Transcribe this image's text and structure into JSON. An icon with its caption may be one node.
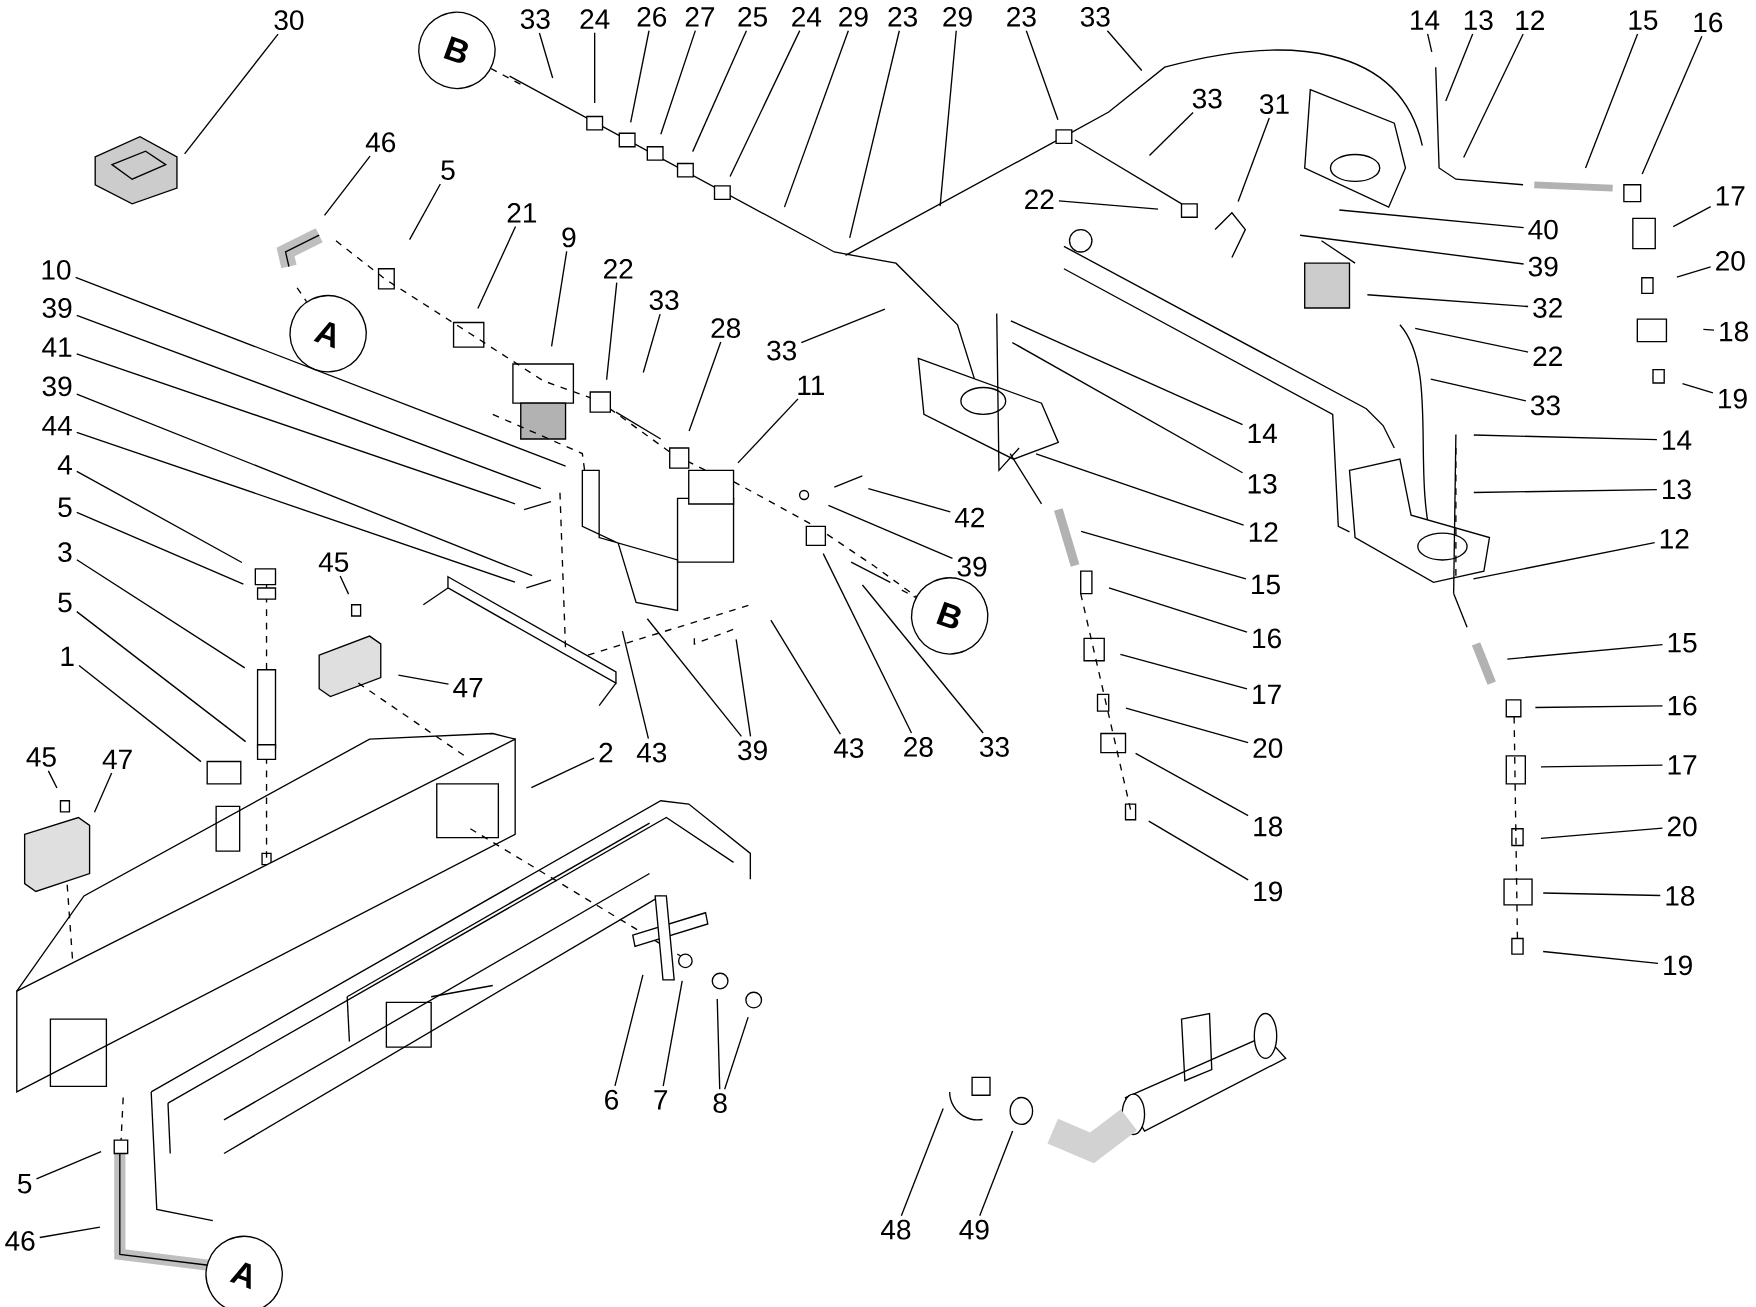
{
  "diagram": {
    "nodes": [
      {
        "text": [
          "30"
        ]
      },
      {
        "text": [
          "33"
        ]
      },
      {
        "text": [
          "24"
        ]
      },
      {
        "text": [
          "26"
        ]
      },
      {
        "text": [
          "27"
        ]
      },
      {
        "text": [
          "25"
        ]
      },
      {
        "text": [
          "24"
        ]
      },
      {
        "text": [
          "29"
        ]
      },
      {
        "text": [
          "23"
        ]
      },
      {
        "text": [
          "29"
        ]
      },
      {
        "text": [
          "23"
        ]
      },
      {
        "text": [
          "33"
        ]
      },
      {
        "text": [
          "14"
        ]
      },
      {
        "text": [
          "13"
        ]
      },
      {
        "text": [
          "12"
        ]
      },
      {
        "text": [
          "15"
        ]
      },
      {
        "text": [
          "16"
        ]
      },
      {
        "text": [
          "17"
        ]
      },
      {
        "text": [
          "20"
        ]
      },
      {
        "text": [
          "18"
        ]
      },
      {
        "text": [
          "19"
        ]
      },
      {
        "text": [
          "33"
        ]
      },
      {
        "text": [
          "31"
        ]
      },
      {
        "text": [
          "22"
        ]
      },
      {
        "text": [
          "40"
        ]
      },
      {
        "text": [
          "39"
        ]
      },
      {
        "text": [
          "32"
        ]
      },
      {
        "text": [
          "22"
        ]
      },
      {
        "text": [
          "33"
        ]
      },
      {
        "text": [
          "46"
        ]
      },
      {
        "text": [
          "5"
        ]
      },
      {
        "text": [
          "21"
        ]
      },
      {
        "text": [
          "9"
        ]
      },
      {
        "text": [
          "22"
        ]
      },
      {
        "text": [
          "33"
        ]
      },
      {
        "text": [
          "28"
        ]
      },
      {
        "text": [
          "11"
        ]
      },
      {
        "text": [
          "33"
        ]
      },
      {
        "text": [
          "14"
        ]
      },
      {
        "text": [
          "13"
        ]
      },
      {
        "text": [
          "12"
        ]
      },
      {
        "text": [
          "15"
        ]
      },
      {
        "text": [
          "16"
        ]
      },
      {
        "text": [
          "17"
        ]
      },
      {
        "text": [
          "20"
        ]
      },
      {
        "text": [
          "18"
        ]
      },
      {
        "text": [
          "19"
        ]
      },
      {
        "text": [
          "14"
        ]
      },
      {
        "text": [
          "13"
        ]
      },
      {
        "text": [
          "12"
        ]
      },
      {
        "text": [
          "15"
        ]
      },
      {
        "text": [
          "16"
        ]
      },
      {
        "text": [
          "17"
        ]
      },
      {
        "text": [
          "20"
        ]
      },
      {
        "text": [
          "18"
        ]
      },
      {
        "text": [
          "19"
        ]
      },
      {
        "text": [
          "42"
        ]
      },
      {
        "text": [
          "39"
        ]
      },
      {
        "text": [
          "33"
        ]
      },
      {
        "text": [
          "28"
        ]
      },
      {
        "text": [
          "43"
        ]
      },
      {
        "text": [
          "39"
        ]
      },
      {
        "text": [
          "43"
        ]
      },
      {
        "text": [
          "10"
        ]
      },
      {
        "text": [
          "39"
        ]
      },
      {
        "text": [
          "41"
        ]
      },
      {
        "text": [
          "39"
        ]
      },
      {
        "text": [
          "44"
        ]
      },
      {
        "text": [
          "4"
        ]
      },
      {
        "text": [
          "5"
        ]
      },
      {
        "text": [
          "3"
        ]
      },
      {
        "text": [
          "5"
        ]
      },
      {
        "text": [
          "1"
        ]
      },
      {
        "text": [
          "45"
        ]
      },
      {
        "text": [
          "47"
        ]
      },
      {
        "text": [
          "45"
        ]
      },
      {
        "text": [
          "47"
        ]
      },
      {
        "text": [
          "2"
        ]
      },
      {
        "text": [
          "6"
        ]
      },
      {
        "text": [
          "7"
        ]
      },
      {
        "text": [
          "8"
        ]
      },
      {
        "text": [
          "48"
        ]
      },
      {
        "text": [
          "49"
        ]
      },
      {
        "text": [
          "5"
        ]
      },
      {
        "text": [
          "46"
        ]
      },
      {
        "text": [
          "A"
        ]
      },
      {
        "text": [
          "A"
        ]
      },
      {
        "text": [
          "B"
        ]
      },
      {
        "text": [
          "B"
        ]
      }
    ],
    "edges": [
      {
        "from": 0,
        "to": null,
        "arrow": "none"
      },
      {
        "from": 1,
        "to": null,
        "arrow": "none"
      },
      {
        "from": 2,
        "to": null,
        "arrow": "none"
      },
      {
        "from": 3,
        "to": null,
        "arrow": "none"
      },
      {
        "from": 4,
        "to": null,
        "arrow": "none"
      },
      {
        "from": 5,
        "to": null,
        "arrow": "none"
      },
      {
        "from": 6,
        "to": null,
        "arrow": "none"
      },
      {
        "from": 7,
        "to": null,
        "arrow": "none"
      },
      {
        "from": 8,
        "to": null,
        "arrow": "none"
      },
      {
        "from": 9,
        "to": null,
        "arrow": "none"
      },
      {
        "from": 10,
        "to": null,
        "arrow": "none"
      },
      {
        "from": 11,
        "to": null,
        "arrow": "none"
      },
      {
        "from": 12,
        "to": null,
        "arrow": "none"
      },
      {
        "from": 13,
        "to": null,
        "arrow": "none"
      },
      {
        "from": 14,
        "to": null,
        "arrow": "none"
      },
      {
        "from": 15,
        "to": null,
        "arrow": "none"
      },
      {
        "from": 16,
        "to": null,
        "arrow": "none"
      },
      {
        "from": 17,
        "to": null,
        "arrow": "none"
      },
      {
        "from": 18,
        "to": null,
        "arrow": "none"
      },
      {
        "from": 19,
        "to": null,
        "arrow": "none"
      },
      {
        "from": 20,
        "to": null,
        "arrow": "none"
      },
      {
        "from": 21,
        "to": null,
        "arrow": "none"
      },
      {
        "from": 22,
        "to": null,
        "arrow": "none"
      },
      {
        "from": 23,
        "to": null,
        "arrow": "none"
      },
      {
        "from": 24,
        "to": null,
        "arrow": "none"
      },
      {
        "from": 25,
        "to": null,
        "arrow": "none"
      },
      {
        "from": 26,
        "to": null,
        "arrow": "none"
      },
      {
        "from": 27,
        "to": null,
        "arrow": "none"
      },
      {
        "from": 28,
        "to": null,
        "arrow": "none"
      },
      {
        "from": 29,
        "to": null,
        "arrow": "none"
      },
      {
        "from": 30,
        "to": null,
        "arrow": "none"
      },
      {
        "from": 31,
        "to": null,
        "arrow": "none"
      },
      {
        "from": 32,
        "to": null,
        "arrow": "none"
      },
      {
        "from": 33,
        "to": null,
        "arrow": "none"
      },
      {
        "from": 34,
        "to": null,
        "arrow": "none"
      },
      {
        "from": 35,
        "to": null,
        "arrow": "none"
      },
      {
        "from": 36,
        "to": null,
        "arrow": "none"
      },
      {
        "from": 37,
        "to": null,
        "arrow": "none"
      },
      {
        "from": 38,
        "to": null,
        "arrow": "none"
      },
      {
        "from": 39,
        "to": null,
        "arrow": "none"
      },
      {
        "from": 40,
        "to": null,
        "arrow": "none"
      },
      {
        "from": 41,
        "to": null,
        "arrow": "none"
      },
      {
        "from": 42,
        "to": null,
        "arrow": "none"
      },
      {
        "from": 43,
        "to": null,
        "arrow": "none"
      },
      {
        "from": 44,
        "to": null,
        "arrow": "none"
      },
      {
        "from": 45,
        "to": null,
        "arrow": "none"
      },
      {
        "from": 46,
        "to": null,
        "arrow": "none"
      },
      {
        "from": 47,
        "to": null,
        "arrow": "none"
      },
      {
        "from": 48,
        "to": null,
        "arrow": "none"
      },
      {
        "from": 49,
        "to": null,
        "arrow": "none"
      },
      {
        "from": 50,
        "to": null,
        "arrow": "none"
      },
      {
        "from": 51,
        "to": null,
        "arrow": "none"
      },
      {
        "from": 52,
        "to": null,
        "arrow": "none"
      },
      {
        "from": 53,
        "to": null,
        "arrow": "none"
      },
      {
        "from": 54,
        "to": null,
        "arrow": "none"
      },
      {
        "from": 55,
        "to": null,
        "arrow": "none"
      },
      {
        "from": 56,
        "to": null,
        "arrow": "none"
      },
      {
        "from": 57,
        "to": null,
        "arrow": "none"
      },
      {
        "from": 58,
        "to": null,
        "arrow": "none"
      },
      {
        "from": 59,
        "to": null,
        "arrow": "none"
      },
      {
        "from": 60,
        "to": null,
        "arrow": "none"
      },
      {
        "from": 61,
        "to": null,
        "arrow": "none"
      },
      {
        "from": 61,
        "to": null,
        "arrow": "none"
      },
      {
        "from": 62,
        "to": null,
        "arrow": "none"
      },
      {
        "from": 63,
        "to": null,
        "arrow": "none"
      },
      {
        "from": 64,
        "to": null,
        "arrow": "none"
      },
      {
        "from": 65,
        "to": null,
        "arrow": "none"
      },
      {
        "from": 66,
        "to": null,
        "arrow": "none"
      },
      {
        "from": 67,
        "to": null,
        "arrow": "none"
      },
      {
        "from": 68,
        "to": null,
        "arrow": "none"
      },
      {
        "from": 69,
        "to": null,
        "arrow": "none"
      },
      {
        "from": 70,
        "to": null,
        "arrow": "none"
      },
      {
        "from": 71,
        "to": null,
        "arrow": "none"
      },
      {
        "from": 72,
        "to": null,
        "arrow": "none"
      },
      {
        "from": 73,
        "to": null,
        "arrow": "none"
      },
      {
        "from": 74,
        "to": null,
        "arrow": "none"
      },
      {
        "from": 75,
        "to": null,
        "arrow": "none"
      },
      {
        "from": 76,
        "to": null,
        "arrow": "none"
      },
      {
        "from": 77,
        "to": null,
        "arrow": "none"
      },
      {
        "from": 78,
        "to": null,
        "arrow": "none"
      },
      {
        "from": 79,
        "to": null,
        "arrow": "none"
      },
      {
        "from": 80,
        "to": null,
        "arrow": "none"
      },
      {
        "from": 80,
        "to": null,
        "arrow": "none"
      },
      {
        "from": 81,
        "to": null,
        "arrow": "none"
      },
      {
        "from": 82,
        "to": null,
        "arrow": "none"
      },
      {
        "from": 83,
        "to": null,
        "arrow": "none"
      },
      {
        "from": 84,
        "to": null,
        "arrow": "none"
      },
      {
        "from": null,
        "to": 85,
        "arrow": "none",
        "style": "dashed"
      },
      {
        "from": null,
        "to": 87,
        "arrow": "none",
        "style": "dashed"
      },
      {
        "from": null,
        "to": 88,
        "arrow": "none",
        "style": "dashed"
      }
    ]
  }
}
